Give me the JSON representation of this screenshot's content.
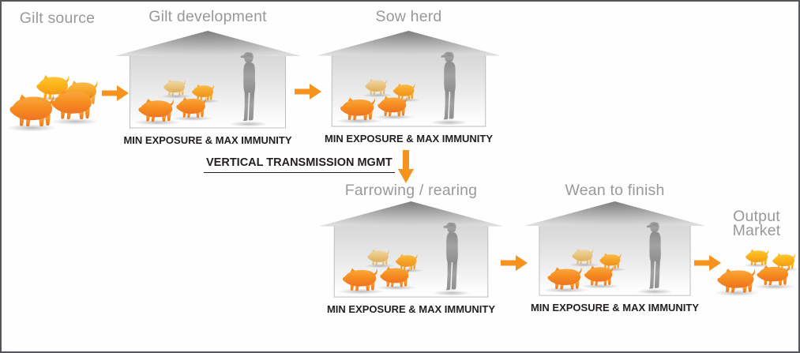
{
  "stages": [
    {
      "name": "gilt-source",
      "label": "Gilt source",
      "type": "pig-group",
      "pig_colors": [
        "yellow",
        "amber",
        "orange",
        "orange"
      ]
    },
    {
      "name": "gilt-development",
      "label": "Gilt development",
      "type": "barn",
      "caption": "MIN EXPOSURE & MAX IMMUNITY",
      "pig_colors": [
        "tan",
        "amber",
        "orange",
        "orange"
      ],
      "has_person": true
    },
    {
      "name": "sow-herd",
      "label": "Sow herd",
      "type": "barn",
      "caption": "MIN EXPOSURE & MAX IMMUNITY",
      "pig_colors": [
        "tan",
        "amber",
        "orange",
        "orange"
      ],
      "has_person": true
    },
    {
      "name": "farrowing-rearing",
      "label": "Farrowing / rearing",
      "type": "barn",
      "caption": "MIN EXPOSURE & MAX IMMUNITY",
      "pig_colors": [
        "tan",
        "amber",
        "orange",
        "orange"
      ],
      "has_person": true
    },
    {
      "name": "wean-to-finish",
      "label": "Wean to finish",
      "type": "barn",
      "caption": "MIN EXPOSURE & MAX IMMUNITY",
      "pig_colors": [
        "tan",
        "amber",
        "orange",
        "orange"
      ],
      "has_person": true
    },
    {
      "name": "output-market",
      "label": "Output Market",
      "type": "pig-group",
      "label_lines": [
        "Output",
        "Market"
      ],
      "pig_colors": [
        "yellow",
        "yellow",
        "orange",
        "orange"
      ]
    }
  ],
  "annotations": {
    "vertical_transmission_label": "VERTICAL TRANSMISSION MGMT"
  },
  "flow_arrows": [
    {
      "from": "gilt-source",
      "to": "gilt-development",
      "direction": "right"
    },
    {
      "from": "gilt-development",
      "to": "sow-herd",
      "direction": "right"
    },
    {
      "from": "sow-herd",
      "to": "farrowing-rearing",
      "direction": "down"
    },
    {
      "from": "farrowing-rearing",
      "to": "wean-to-finish",
      "direction": "right"
    },
    {
      "from": "wean-to-finish",
      "to": "output-market",
      "direction": "right"
    }
  ],
  "colors": {
    "arrow_orange": "#f6921e",
    "pig_orange": "#f68c1f",
    "pig_yellow": "#fbb317",
    "pig_amber": "#f5a527",
    "pig_tan": "#e8c47e",
    "title_gray": "#97999c",
    "caption_dark": "#231f20",
    "roof_gray": "#a9a9a9",
    "silhouette_gray": "#9a9a9a"
  }
}
